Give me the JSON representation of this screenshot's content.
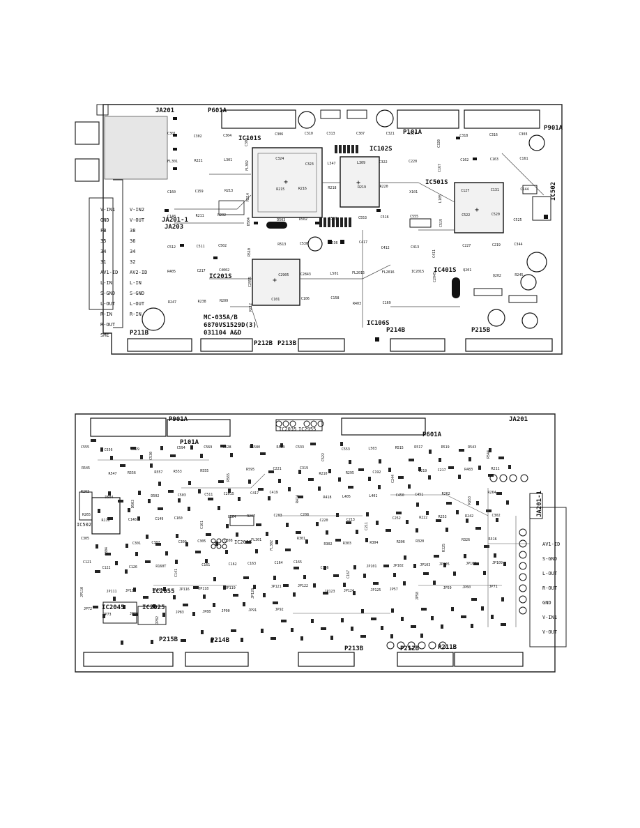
{
  "top_board": {
    "connectors": [
      "JA201",
      "P601A",
      "P101A",
      "P901A",
      "JA201-1",
      "JA203",
      "P211B",
      "P212B",
      "P213B",
      "P214B",
      "P215B"
    ],
    "ics": [
      "IC101S",
      "IC102S",
      "IC501S",
      "IC201S",
      "IC401S",
      "IC106S",
      "IC502"
    ],
    "marking_lines": [
      "MC-035A/B",
      "6870VS1529D(3)",
      "031104  A&D"
    ],
    "av_pins_left": [
      "V-IN1",
      "GND",
      "FB",
      "35",
      "34",
      "31",
      "AV1-ID",
      "L-IN",
      "S-GND",
      "L-OUT",
      "R-IN",
      "R-OUT",
      "SME"
    ],
    "av_pins_right": [
      "V-IN2",
      "V-OUT",
      "38",
      "36",
      "34",
      "32",
      "AV2-ID",
      "L-IN",
      "S-GND",
      "L-OUT",
      "R-IN"
    ],
    "small_labels": [
      "C301",
      "C302",
      "C304",
      "C303",
      "C306",
      "C310",
      "C313",
      "C307",
      "C321",
      "C317",
      "C320",
      "C318",
      "C316",
      "C303",
      "FL301",
      "R221",
      "L301",
      "FL302",
      "C324",
      "C323",
      "L347",
      "L309",
      "C322",
      "C220",
      "C167",
      "C162",
      "C163",
      "C161",
      "C160",
      "C159",
      "R213",
      "R214",
      "R215",
      "R216",
      "R218",
      "R219",
      "R220",
      "X101",
      "L105",
      "C127",
      "C131",
      "C144",
      "C148",
      "R211",
      "R202",
      "D504",
      "D503",
      "D502",
      "C510",
      "C553",
      "C516",
      "C555",
      "C519",
      "C522",
      "C520",
      "C525",
      "C512",
      "C511",
      "C502",
      "R510",
      "R513",
      "C530",
      "C536",
      "C417",
      "C412",
      "C413",
      "C411",
      "C227",
      "C219",
      "C344",
      "R405",
      "C217",
      "C4002",
      "C2955",
      "C2905",
      "C2843",
      "L501",
      "FL2015",
      "FL2016",
      "IC2015",
      "C2945",
      "Q201",
      "Q202",
      "R245",
      "R247",
      "R238",
      "R209",
      "R212",
      "C101",
      "C106",
      "C158",
      "R403",
      "C169"
    ]
  },
  "bottom_board": {
    "connectors": [
      "P901A",
      "P101A",
      "P601A",
      "JA201",
      "JA201-1",
      "P211B",
      "P212B",
      "P213B",
      "P214B",
      "P215B"
    ],
    "ics": [
      "IC2055",
      "IC2045",
      "IC2025",
      "IC2015",
      "IC502",
      "IC2035",
      "IC2955"
    ],
    "av_pins": [
      "AV1-ID",
      "S-GND",
      "L-OUT",
      "R-OUT",
      "GND",
      "V-IN1",
      "V-OUT"
    ],
    "small_labels": [
      "C555",
      "C556",
      "C529",
      "C530",
      "C594",
      "C569",
      "C528",
      "R5580",
      "R559",
      "C533",
      "C522",
      "C553",
      "L503",
      "R515",
      "R517",
      "R519",
      "R543",
      "R544",
      "R545",
      "R547",
      "R556",
      "R557",
      "R553",
      "R555",
      "R565",
      "R595",
      "C221",
      "C319",
      "R210",
      "R295",
      "C192",
      "C244",
      "C219",
      "C217",
      "R483",
      "R211",
      "R203",
      "D504",
      "D503",
      "D502",
      "C503",
      "C511",
      "C2015",
      "C417",
      "C419",
      "R414",
      "R418",
      "L405",
      "L401",
      "C450",
      "C451",
      "R262",
      "R263",
      "R264",
      "R265",
      "R116",
      "C148",
      "C149",
      "C160",
      "C161",
      "C164",
      "R207",
      "C203",
      "C208",
      "C220",
      "C213",
      "C211",
      "C252",
      "R222",
      "R253",
      "R242",
      "C302",
      "C305",
      "C304",
      "C301",
      "C307",
      "C309",
      "C305",
      "C308",
      "FL301",
      "FL302",
      "R301",
      "R302",
      "R303",
      "R304",
      "R306",
      "R320",
      "R325",
      "R326",
      "R316",
      "C121",
      "C122",
      "C126",
      "R160T",
      "C141",
      "C161",
      "C162",
      "C163",
      "C164",
      "C165",
      "C166",
      "C167",
      "JP101",
      "JP102",
      "JP103",
      "JP105",
      "JP106",
      "JP109",
      "JP110",
      "JP111",
      "JP113",
      "JP115",
      "JP116",
      "JP118",
      "JP119",
      "JP120",
      "JP121",
      "JP122",
      "JP123",
      "JP124",
      "JP125",
      "JP57",
      "JP58",
      "JP59",
      "JP60",
      "JP71",
      "JP72",
      "JP73",
      "JP76",
      "JP82",
      "JP83",
      "JP88",
      "JP90",
      "JP91",
      "JP92"
    ]
  }
}
